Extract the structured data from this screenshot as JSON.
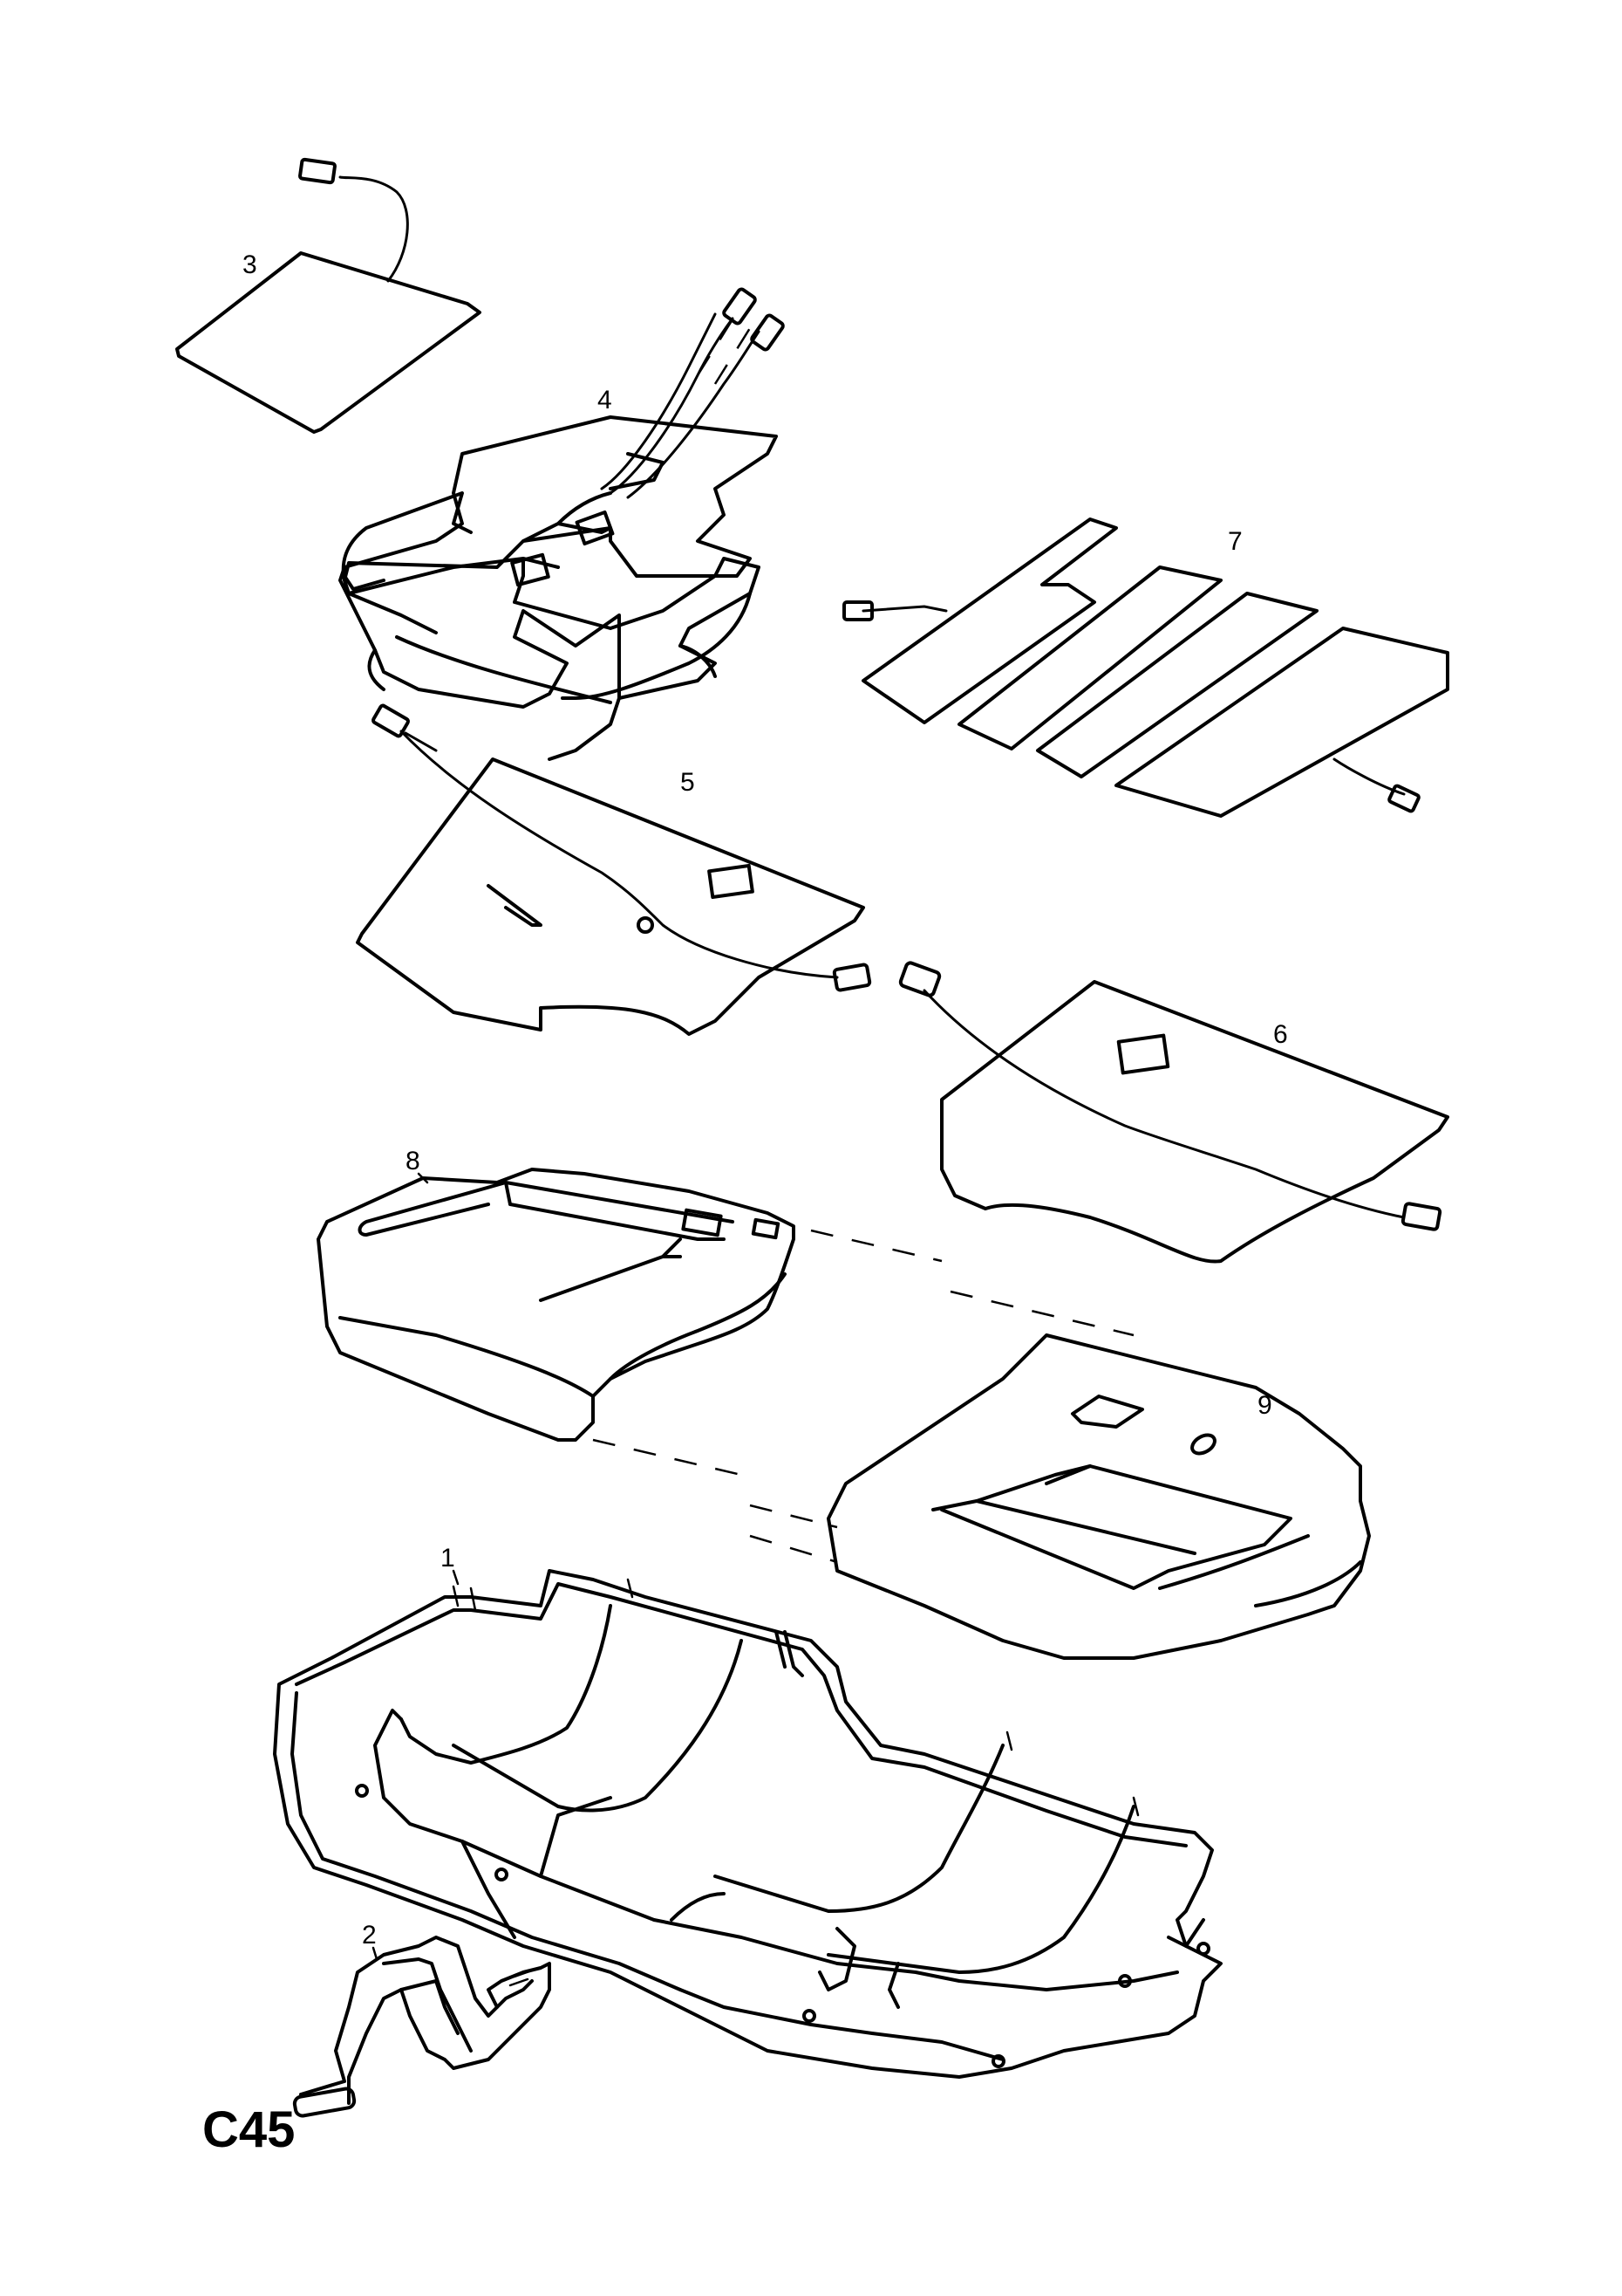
{
  "diagram": {
    "code": "C45",
    "callouts": {
      "c1": "1",
      "c2": "2",
      "c3": "3",
      "c4": "4",
      "c5": "5",
      "c6": "6",
      "c7": "7",
      "c8": "8",
      "c9": "9"
    }
  }
}
